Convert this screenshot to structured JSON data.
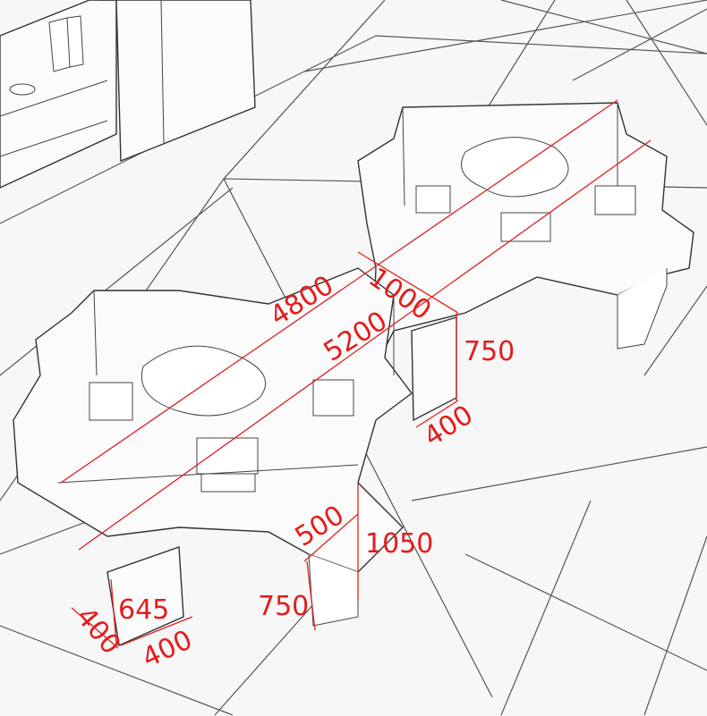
{
  "drawing": {
    "accent_color": "#e41c1c",
    "dimensions": {
      "overall_length_inner": "4800",
      "overall_length_outer": "5200",
      "depth": "1000",
      "cabinet_height_right": "750",
      "cabinet_width_right": "400",
      "wing_width": "500",
      "screen_height": "1050",
      "desk_height": "750",
      "pedestal_height": "645",
      "pedestal_width": "400",
      "pedestal_depth": "400"
    }
  }
}
